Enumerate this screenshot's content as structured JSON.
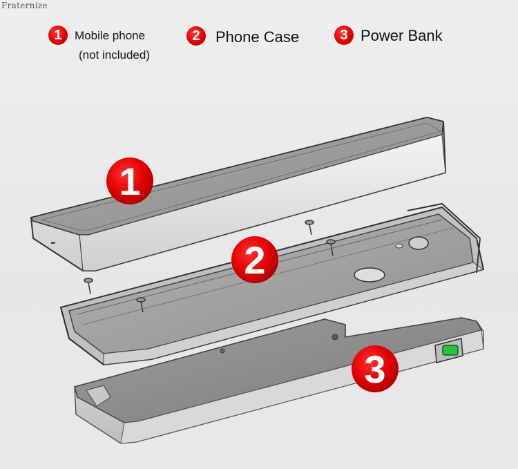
{
  "watermark": "Fraternize",
  "legend": [
    {
      "number": "1",
      "label": "Mobile phone",
      "sublabel": "(not included)"
    },
    {
      "number": "2",
      "label": "Phone Case"
    },
    {
      "number": "3",
      "label": "Power Bank"
    }
  ],
  "callouts": [
    "1",
    "2",
    "3"
  ],
  "colors": {
    "badge_red": "#e10000",
    "port_green": "#27c33a",
    "background": "#ececec"
  }
}
